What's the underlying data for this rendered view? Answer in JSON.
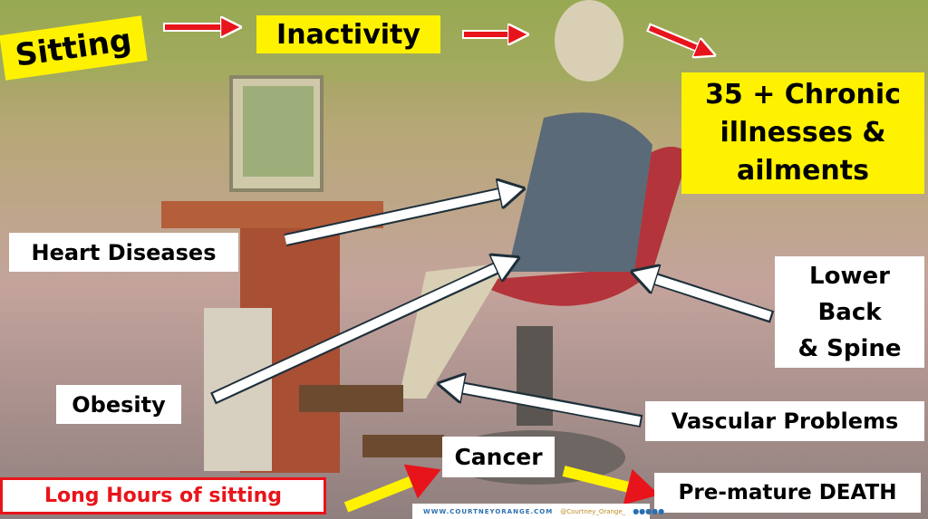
{
  "labels": {
    "sitting": "Sitting",
    "inactivity": "Inactivity",
    "chronic": [
      "35 + Chronic",
      "illnesses &",
      "ailments"
    ],
    "heart": "Heart Diseases",
    "lower_back": [
      "Lower",
      "Back",
      "& Spine"
    ],
    "obesity": "Obesity",
    "vascular": "Vascular Problems",
    "cancer": "Cancer",
    "long_hours": "Long Hours of sitting",
    "death": "Pre-mature DEATH"
  },
  "footer": {
    "website": "WWW.COURTNEYORANGE.COM",
    "handle": "@Courtney_Orange_"
  },
  "colors": {
    "highlight_yellow": "#fff200",
    "arrow_red": "#e8141b",
    "long_hours_text": "#e8141b",
    "arrow_dark": "#1d2f3a"
  }
}
